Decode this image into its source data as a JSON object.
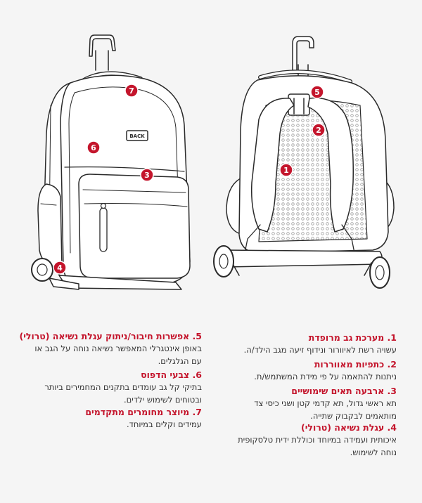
{
  "colors": {
    "accent": "#c4152c",
    "text": "#333333",
    "background": "#f5f5f5",
    "line": "#2a2a2a"
  },
  "bag_logo": "BACK",
  "markers": [
    "1",
    "2",
    "3",
    "4",
    "5",
    "6",
    "7"
  ],
  "features": [
    {
      "title": "1. מערכת גב מרופדת",
      "text": "עשויה רשת לאיוורור ונידוף זיעה מגב הילד/ה."
    },
    {
      "title": "2. כתפיות מאווררות",
      "text": "ניתנות להתאמה על פי מידת המשתמש/ת."
    },
    {
      "title": "3. ארבעה תאים שימושיים",
      "text": "תא ראשי גדול, תא קדמי קטן ושני כיסי צד מותאמים לבקבוק שתייה."
    },
    {
      "title": "4. עגלת נשיאה (טרולי)",
      "text": "איכותית ועמידה במיוחד וכוללת ידית טלסקופית נוחה לשימוש."
    },
    {
      "title": "5. אפשרות חיבור/ניתוק עגלת נשיאה (טרולי)",
      "text": "באופן אינטגרלי המאפשר נשיאה נוחה על הגב או עם הגלגלים."
    },
    {
      "title": "6. צבעי הדפוס",
      "text": "בתיקי קל גב עומדים בתקנים המחמירים ביותר ובטוחים לשימוש ילדים."
    },
    {
      "title": "7. מיוצר מחומרים מתקדמים",
      "text": "עמידים וקלים במיוחד."
    }
  ]
}
